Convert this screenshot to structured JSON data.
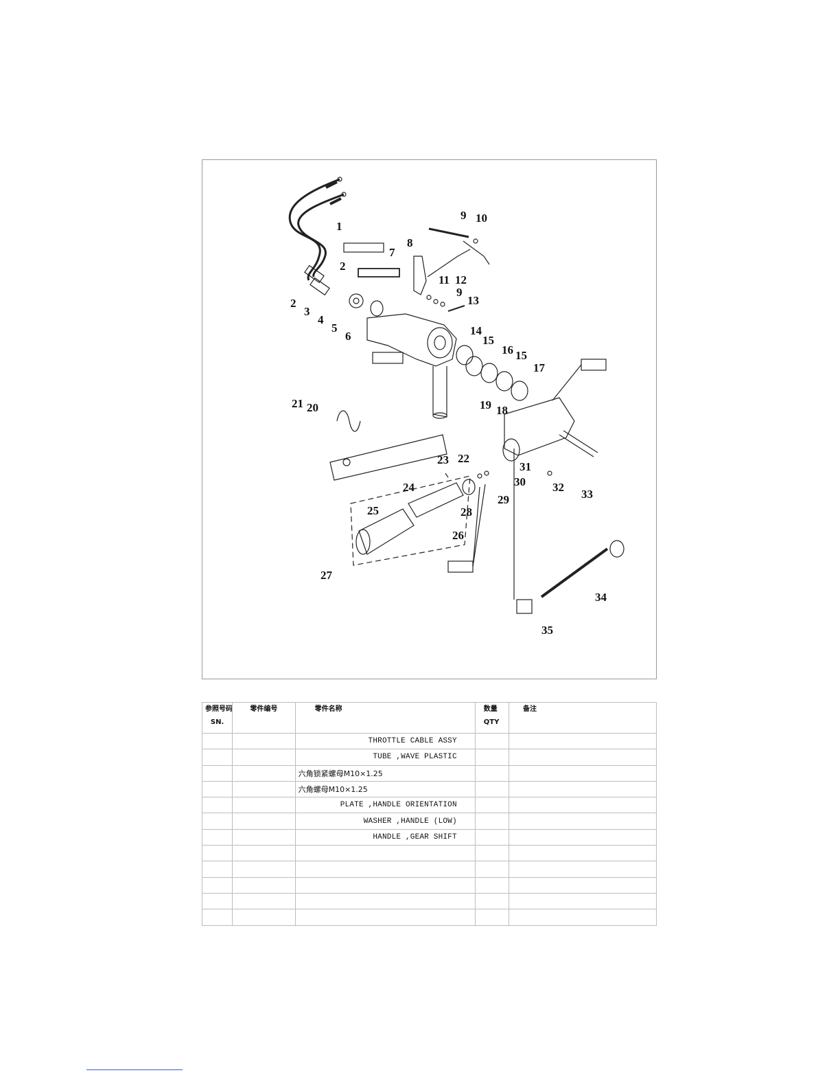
{
  "callouts": [
    "1",
    "2",
    "2",
    "3",
    "4",
    "5",
    "6",
    "7",
    "8",
    "9",
    "10",
    "11",
    "12",
    "9",
    "13",
    "14",
    "15",
    "16",
    "15",
    "17",
    "18",
    "19",
    "20",
    "21",
    "22",
    "23",
    "24",
    "25",
    "26",
    "27",
    "28",
    "29",
    "30",
    "31",
    "32",
    "33",
    "34",
    "35"
  ],
  "table": {
    "headers": {
      "sn_cn": "参照号码",
      "sn_en": "SN.",
      "code_cn": "零件编号",
      "name_cn": "零件名称",
      "qty_cn": "数量",
      "qty_en": "QTY",
      "note_cn": "备注"
    },
    "rows": [
      {
        "sn": "",
        "code": "",
        "name": "THROTTLE CABLE ASSY",
        "lang": "en",
        "qty": "",
        "note": ""
      },
      {
        "sn": "",
        "code": "",
        "name": "TUBE ,WAVE PLASTIC",
        "lang": "en",
        "qty": "",
        "note": ""
      },
      {
        "sn": "",
        "code": "",
        "name": "六角锁紧螺母M10×1.25",
        "lang": "cn",
        "qty": "",
        "note": ""
      },
      {
        "sn": "",
        "code": "",
        "name": "六角螺母M10×1.25",
        "lang": "cn",
        "qty": "",
        "note": ""
      },
      {
        "sn": "",
        "code": "",
        "name": "PLATE ,HANDLE ORIENTATION",
        "lang": "en",
        "qty": "",
        "note": ""
      },
      {
        "sn": "",
        "code": "",
        "name": "WASHER ,HANDLE (LOW)",
        "lang": "en",
        "qty": "",
        "note": ""
      },
      {
        "sn": "",
        "code": "",
        "name": "HANDLE ,GEAR SHIFT",
        "lang": "en",
        "qty": "",
        "note": ""
      },
      {
        "sn": "",
        "code": "",
        "name": "",
        "lang": "en",
        "qty": "",
        "note": ""
      },
      {
        "sn": "",
        "code": "",
        "name": "",
        "lang": "en",
        "qty": "",
        "note": ""
      },
      {
        "sn": "",
        "code": "",
        "name": "",
        "lang": "en",
        "qty": "",
        "note": ""
      },
      {
        "sn": "",
        "code": "",
        "name": "",
        "lang": "en",
        "qty": "",
        "note": ""
      },
      {
        "sn": "",
        "code": "",
        "name": "",
        "lang": "en",
        "qty": "",
        "note": ""
      }
    ]
  }
}
